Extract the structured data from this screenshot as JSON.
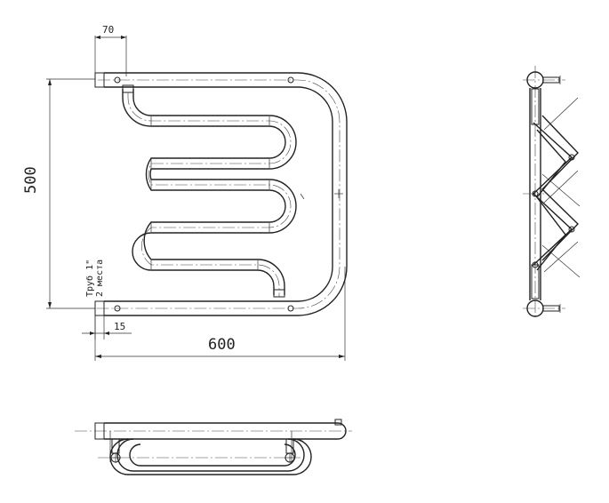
{
  "drawing": {
    "dimensions": {
      "top_offset": "70",
      "height": "500",
      "width": "600",
      "small_offset": "15"
    },
    "note": {
      "line1": "Труб 1\"",
      "line2": "2 места"
    }
  }
}
